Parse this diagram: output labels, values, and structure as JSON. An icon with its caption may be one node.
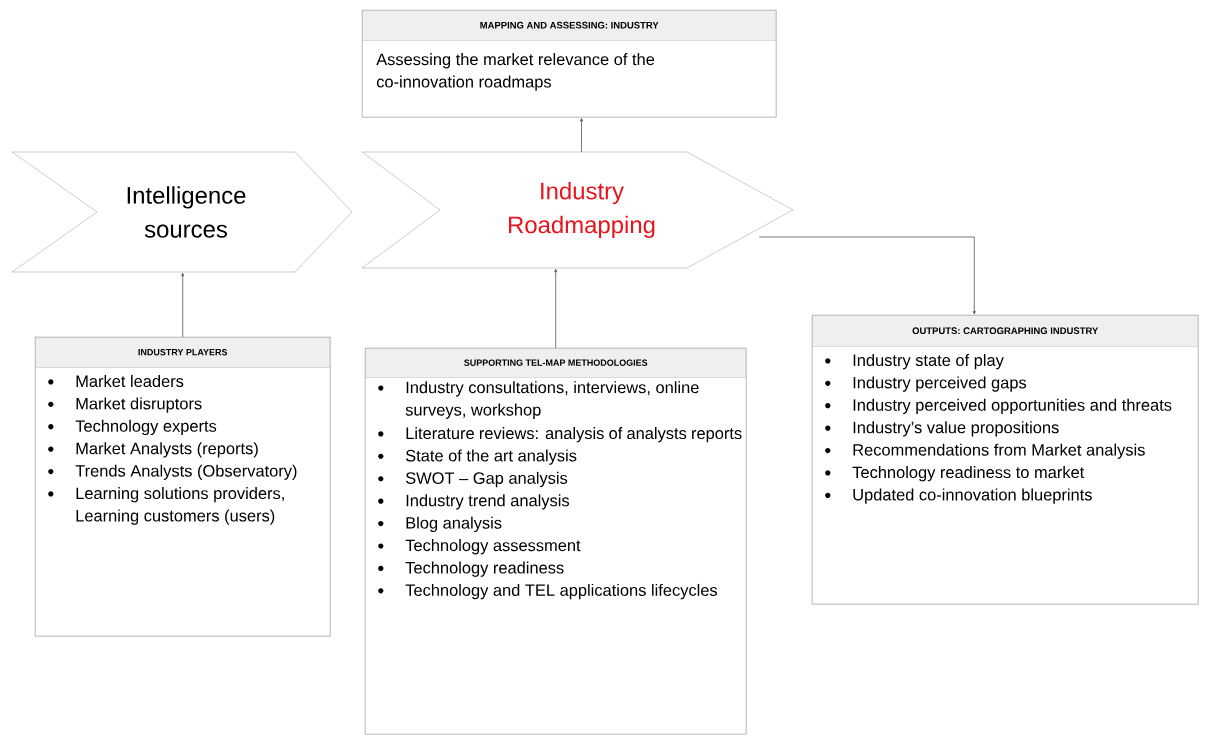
{
  "diagram": {
    "nodes": [
      {
        "text": [
          "MAPPING AND ASSESSING: INDUSTRY",
          "Assessing the market relevance of the co-innovation roadmaps"
        ]
      },
      {
        "text": [
          "Intelligence sources"
        ]
      },
      {
        "text": [
          "Industry Roadmapping"
        ]
      },
      {
        "text": [
          "INDUSTRY PLAYERS",
          "Market leaders",
          "Market disruptors",
          "Technology experts",
          "Market Analysts (reports)",
          "Trends Analysts (Observatory)",
          "Learning solutions providers, Learning customers (users)"
        ]
      },
      {
        "text": [
          "SUPPORTING TEL-MAP METHODOLOGIES",
          "Industry consultations, interviews, online surveys, workshop",
          "Literature reviews: analysis of analysts reports",
          "State of the art analysis",
          "SWOT – Gap analysis",
          "Industry trend analysis",
          "Blog analysis",
          "Technology assessment",
          "Technology readiness",
          "Technology and TEL applications lifecycles"
        ]
      },
      {
        "text": [
          "OUTPUTS: CARTOGRAPHING INDUSTRY",
          "Industry state of play",
          "Industry perceived gaps",
          "Industry perceived opportunities and threats",
          "Industry’s value propositions",
          "Recommendations from Market analysis",
          "Technology readiness to market",
          "Updated co-innovation blueprints"
        ]
      }
    ],
    "edges": [
      {
        "from": 3,
        "to": 1,
        "arrow": "to"
      },
      {
        "from": 4,
        "to": 2,
        "arrow": "to"
      },
      {
        "from": 2,
        "to": 0,
        "arrow": "to"
      },
      {
        "from": 2,
        "to": 5,
        "arrow": "to"
      }
    ]
  }
}
